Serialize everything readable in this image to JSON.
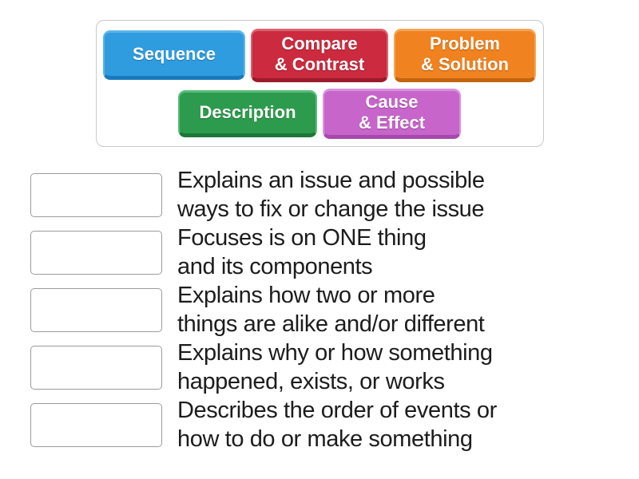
{
  "bank": {
    "items": [
      {
        "label": "Sequence",
        "color": "#2f9cdf",
        "color_light": "#5db4ea",
        "color_dark": "#1879bc"
      },
      {
        "label": "Compare\n& Contrast",
        "color": "#cc2a3e",
        "color_light": "#dd5f6e",
        "color_dark": "#9c1a2c"
      },
      {
        "label": "Problem\n& Solution",
        "color": "#f0821f",
        "color_light": "#f5a658",
        "color_dark": "#c2650f"
      },
      {
        "label": "Description",
        "color": "#2d9b4d",
        "color_light": "#5cbb79",
        "color_dark": "#1d7737"
      },
      {
        "label": "Cause\n& Effect",
        "color": "#c765cb",
        "color_light": "#d893da",
        "color_dark": "#a748ad"
      }
    ]
  },
  "rows": [
    {
      "clue": "Explains an issue and possible\nways to fix or change the issue"
    },
    {
      "clue": "Focuses is on ONE thing\nand its components"
    },
    {
      "clue": "Explains how two or more\nthings are alike and/or different"
    },
    {
      "clue": "Explains why or how something\nhappened, exists, or works"
    },
    {
      "clue": "Describes the order of events or\nhow to do or make something"
    }
  ],
  "colors": {
    "page_background": "#ffffff",
    "bank_border": "#c9c9c9",
    "drop_zone_border": "#9b9b9b",
    "clue_text": "#1c1c1c",
    "chip_text": "#ffffff"
  }
}
